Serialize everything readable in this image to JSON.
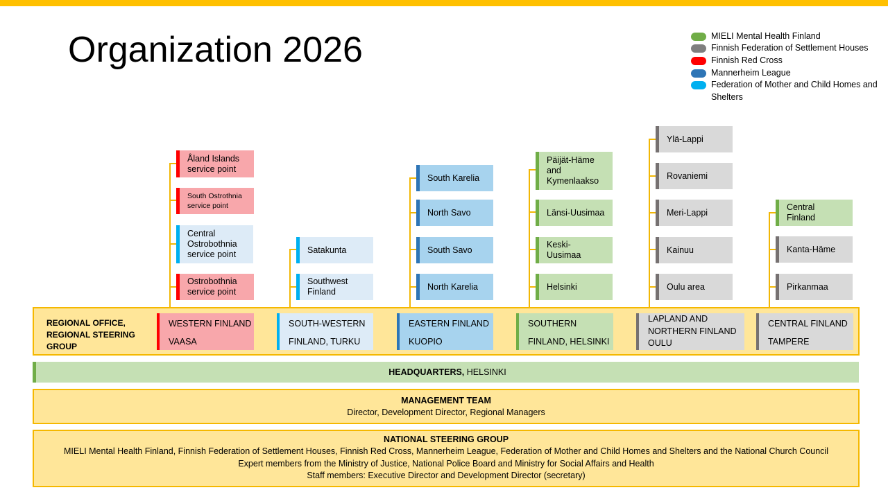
{
  "title": "Organization 2026",
  "colors": {
    "mieli": "#70AD47",
    "mieli_light": "#C5E0B4",
    "settlement": "#767171",
    "settlement_light": "#D9D9D9",
    "red_cross": "#FF0000",
    "red_cross_light": "#F8A7AB",
    "mannerheim": "#2E75B6",
    "mannerheim_light": "#A7D3EE",
    "mother_child": "#00B0F0",
    "mother_child_light": "#DDEBF7",
    "accent": "#FFC000"
  },
  "legend": [
    {
      "label": "MIELI Mental Health Finland",
      "color": "#70AD47"
    },
    {
      "label": "Finnish Federation of Settlement Houses",
      "color": "#7F7F7F"
    },
    {
      "label": "Finnish Red Cross",
      "color": "#FF0000"
    },
    {
      "label": "Mannerheim League",
      "color": "#2E75B6"
    },
    {
      "label": "Federation of Mother and Child Homes and Shelters",
      "color": "#00B0F0"
    }
  ],
  "regional_office_label": "REGIONAL OFFICE, REGIONAL STEERING GROUP",
  "offices": [
    {
      "line1": "WESTERN FINLAND",
      "line2": "VAASA"
    },
    {
      "line1": "SOUTH-WESTERN",
      "line2": "FINLAND, TURKU"
    },
    {
      "line1": "EASTERN FINLAND",
      "line2": "KUOPIO"
    },
    {
      "line1": "SOUTHERN",
      "line2": "FINLAND, HELSINKI"
    },
    {
      "line1": "LAPLAND AND NORTHERN FINLAND OULU",
      "line2": ""
    },
    {
      "line1": "CENTRAL FINLAND",
      "line2": "TAMPERE"
    }
  ],
  "units": {
    "western": [
      "Åland Islands service point",
      "South Ostrothnia service point",
      "Central Ostrobothnia service point",
      "Ostrobothnia service point"
    ],
    "southwestern": [
      "Satakunta",
      "Southwest Finland"
    ],
    "eastern": [
      "South Karelia",
      "North Savo",
      "South Savo",
      "North Karelia"
    ],
    "southern": [
      "Päijät-Häme and Kymenlaakso",
      "Länsi-Uusimaa",
      "Keski-Uusimaa",
      "Helsinki"
    ],
    "lapland": [
      "Ylä-Lappi",
      "Rovaniemi",
      "Meri-Lappi",
      "Kainuu",
      "Oulu area"
    ],
    "central": [
      "Central Finland",
      "Kanta-Häme",
      "Pirkanmaa"
    ]
  },
  "hq": {
    "bold": "HEADQUARTERS,",
    "rest": " HELSINKI"
  },
  "management": {
    "heading": "MANAGEMENT TEAM",
    "members": "Director, Development Director, Regional Managers"
  },
  "national": {
    "heading": "NATIONAL STEERING GROUP",
    "line1": "MIELI Mental Health Finland, Finnish Federation of Settlement Houses, Finnish Red Cross, Mannerheim League, Federation of Mother and Child Homes and Shelters and the National Church Council",
    "line2": "Expert members from the Ministry of Justice, National Police Board and Ministry for Social Affairs and Health",
    "line3": "Staff members: Executive Director and Development Director (secretary)"
  }
}
